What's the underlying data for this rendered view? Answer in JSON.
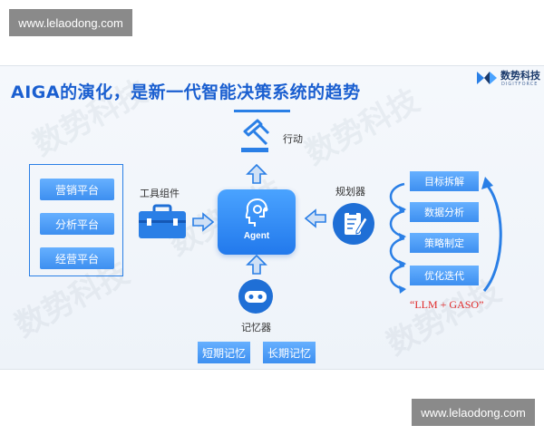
{
  "watermark": {
    "top": "www.lelaodong.com",
    "bottom": "www.lelaodong.com"
  },
  "slide": {
    "title": "AIGA的演化，是新一代智能决策系统的趋势",
    "logo": {
      "name": "数势科技",
      "sub": "DIGITFORCE"
    },
    "bg_watermark": "数势科技"
  },
  "diagram": {
    "platforms": [
      "营销平台",
      "分析平台",
      "经营平台"
    ],
    "tools_label": "工具组件",
    "action_label": "行动",
    "agent_label": "Agent",
    "planner_label": "规划器",
    "memory_label": "记忆器",
    "plan_steps": [
      "目标拆解",
      "数据分析",
      "策略制定",
      "优化迭代"
    ],
    "llm_label": "“LLM + GASO”",
    "memories": [
      "短期记忆",
      "长期记忆"
    ],
    "colors": {
      "primary": "#2a7fe6",
      "title": "#1a5fd0",
      "accent_red": "#e02a2a",
      "navy": "#1b3a6b"
    },
    "icons": [
      "gavel-icon",
      "toolbox-icon",
      "agent-head-icon",
      "clipboard-pen-icon",
      "robot-face-icon",
      "curved-arrow-icon"
    ]
  }
}
